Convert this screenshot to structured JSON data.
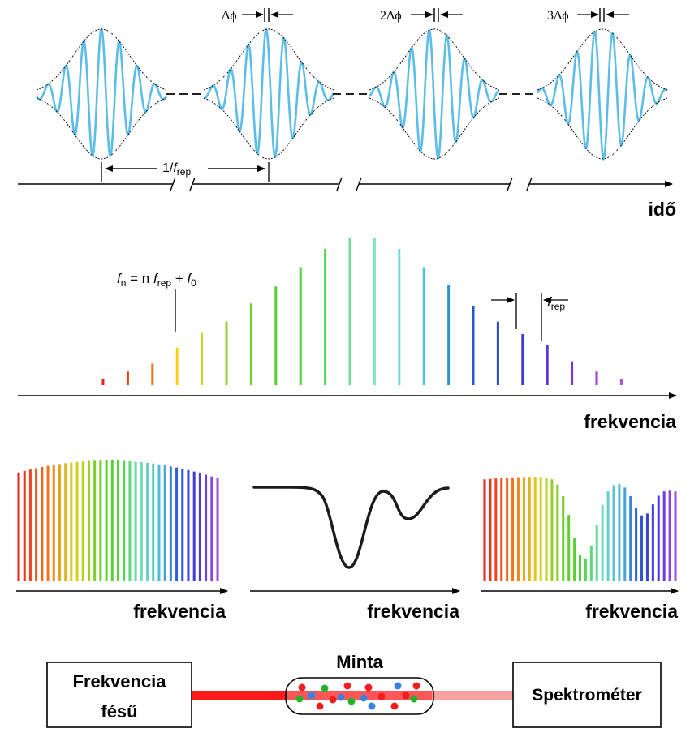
{
  "time_panel": {
    "axis_label": "idő",
    "period_label_prefix": "1/",
    "period_label_f": "f",
    "period_label_sub": "rep",
    "phase_labels": [
      "Δϕ",
      "2Δϕ",
      "3Δϕ"
    ],
    "wave_color": "#5bbde8"
  },
  "comb_panel": {
    "axis_label": "frekvencia",
    "formula": {
      "f": "f",
      "sub_n": "n",
      "eq": " = n ",
      "f_rep": "f",
      "sub_rep": "rep",
      "plus": " + ",
      "f0": "f",
      "sub_0": "0"
    },
    "spacing_label_f": "f",
    "spacing_label_sub": "rep",
    "line_levels": [
      0.05,
      0.12,
      0.19,
      0.33,
      0.46,
      0.56,
      0.72,
      0.87,
      1.04,
      1.2,
      1.3,
      1.3,
      1.2,
      1.04,
      0.88,
      0.7,
      0.56,
      0.45,
      0.35,
      0.21,
      0.12,
      0.05
    ],
    "colors": [
      "#e8211d",
      "#ec3f15",
      "#f0741c",
      "#f7d11a",
      "#c8d622",
      "#97d02a",
      "#6ccf2a",
      "#55cf31",
      "#4fd33b",
      "#52d557",
      "#6edb93",
      "#7de3bf",
      "#78d8d3",
      "#56c2db",
      "#2f92d4",
      "#2357d4",
      "#2d3fd6",
      "#3a3ad6",
      "#5536d6",
      "#7a35d6",
      "#9c3ddc",
      "#a54ddc"
    ]
  },
  "spectra": {
    "left_label": "frekvencia",
    "middle_label": "frekvencia",
    "right_label": "frekvencia"
  },
  "setup": {
    "source_label_line1": "Frekvencia",
    "source_label_line2": "fésű",
    "sample_label": "Minta",
    "detector_label": "Spektrométer",
    "beam_color": "#ff1a1a",
    "beam_attenuated_color": "#f7a1a1"
  }
}
